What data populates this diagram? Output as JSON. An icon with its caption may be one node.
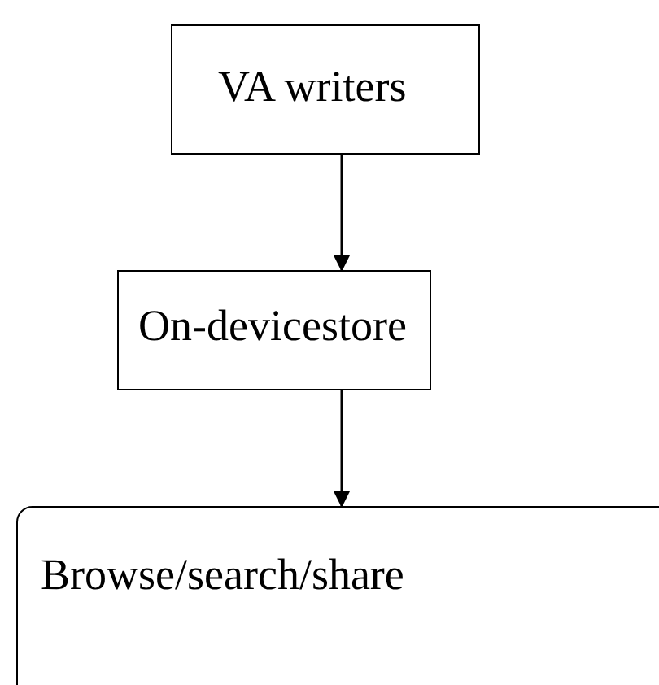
{
  "diagram": {
    "nodes": [
      {
        "text": [
          "VA writers"
        ]
      },
      {
        "text": [
          "On-devicestore"
        ]
      },
      {
        "text": [
          "Browse/search/share"
        ]
      }
    ],
    "edges": [
      {
        "from": 0,
        "to": 1,
        "arrow": "to"
      },
      {
        "from": 1,
        "to": 2,
        "arrow": "to"
      }
    ]
  }
}
